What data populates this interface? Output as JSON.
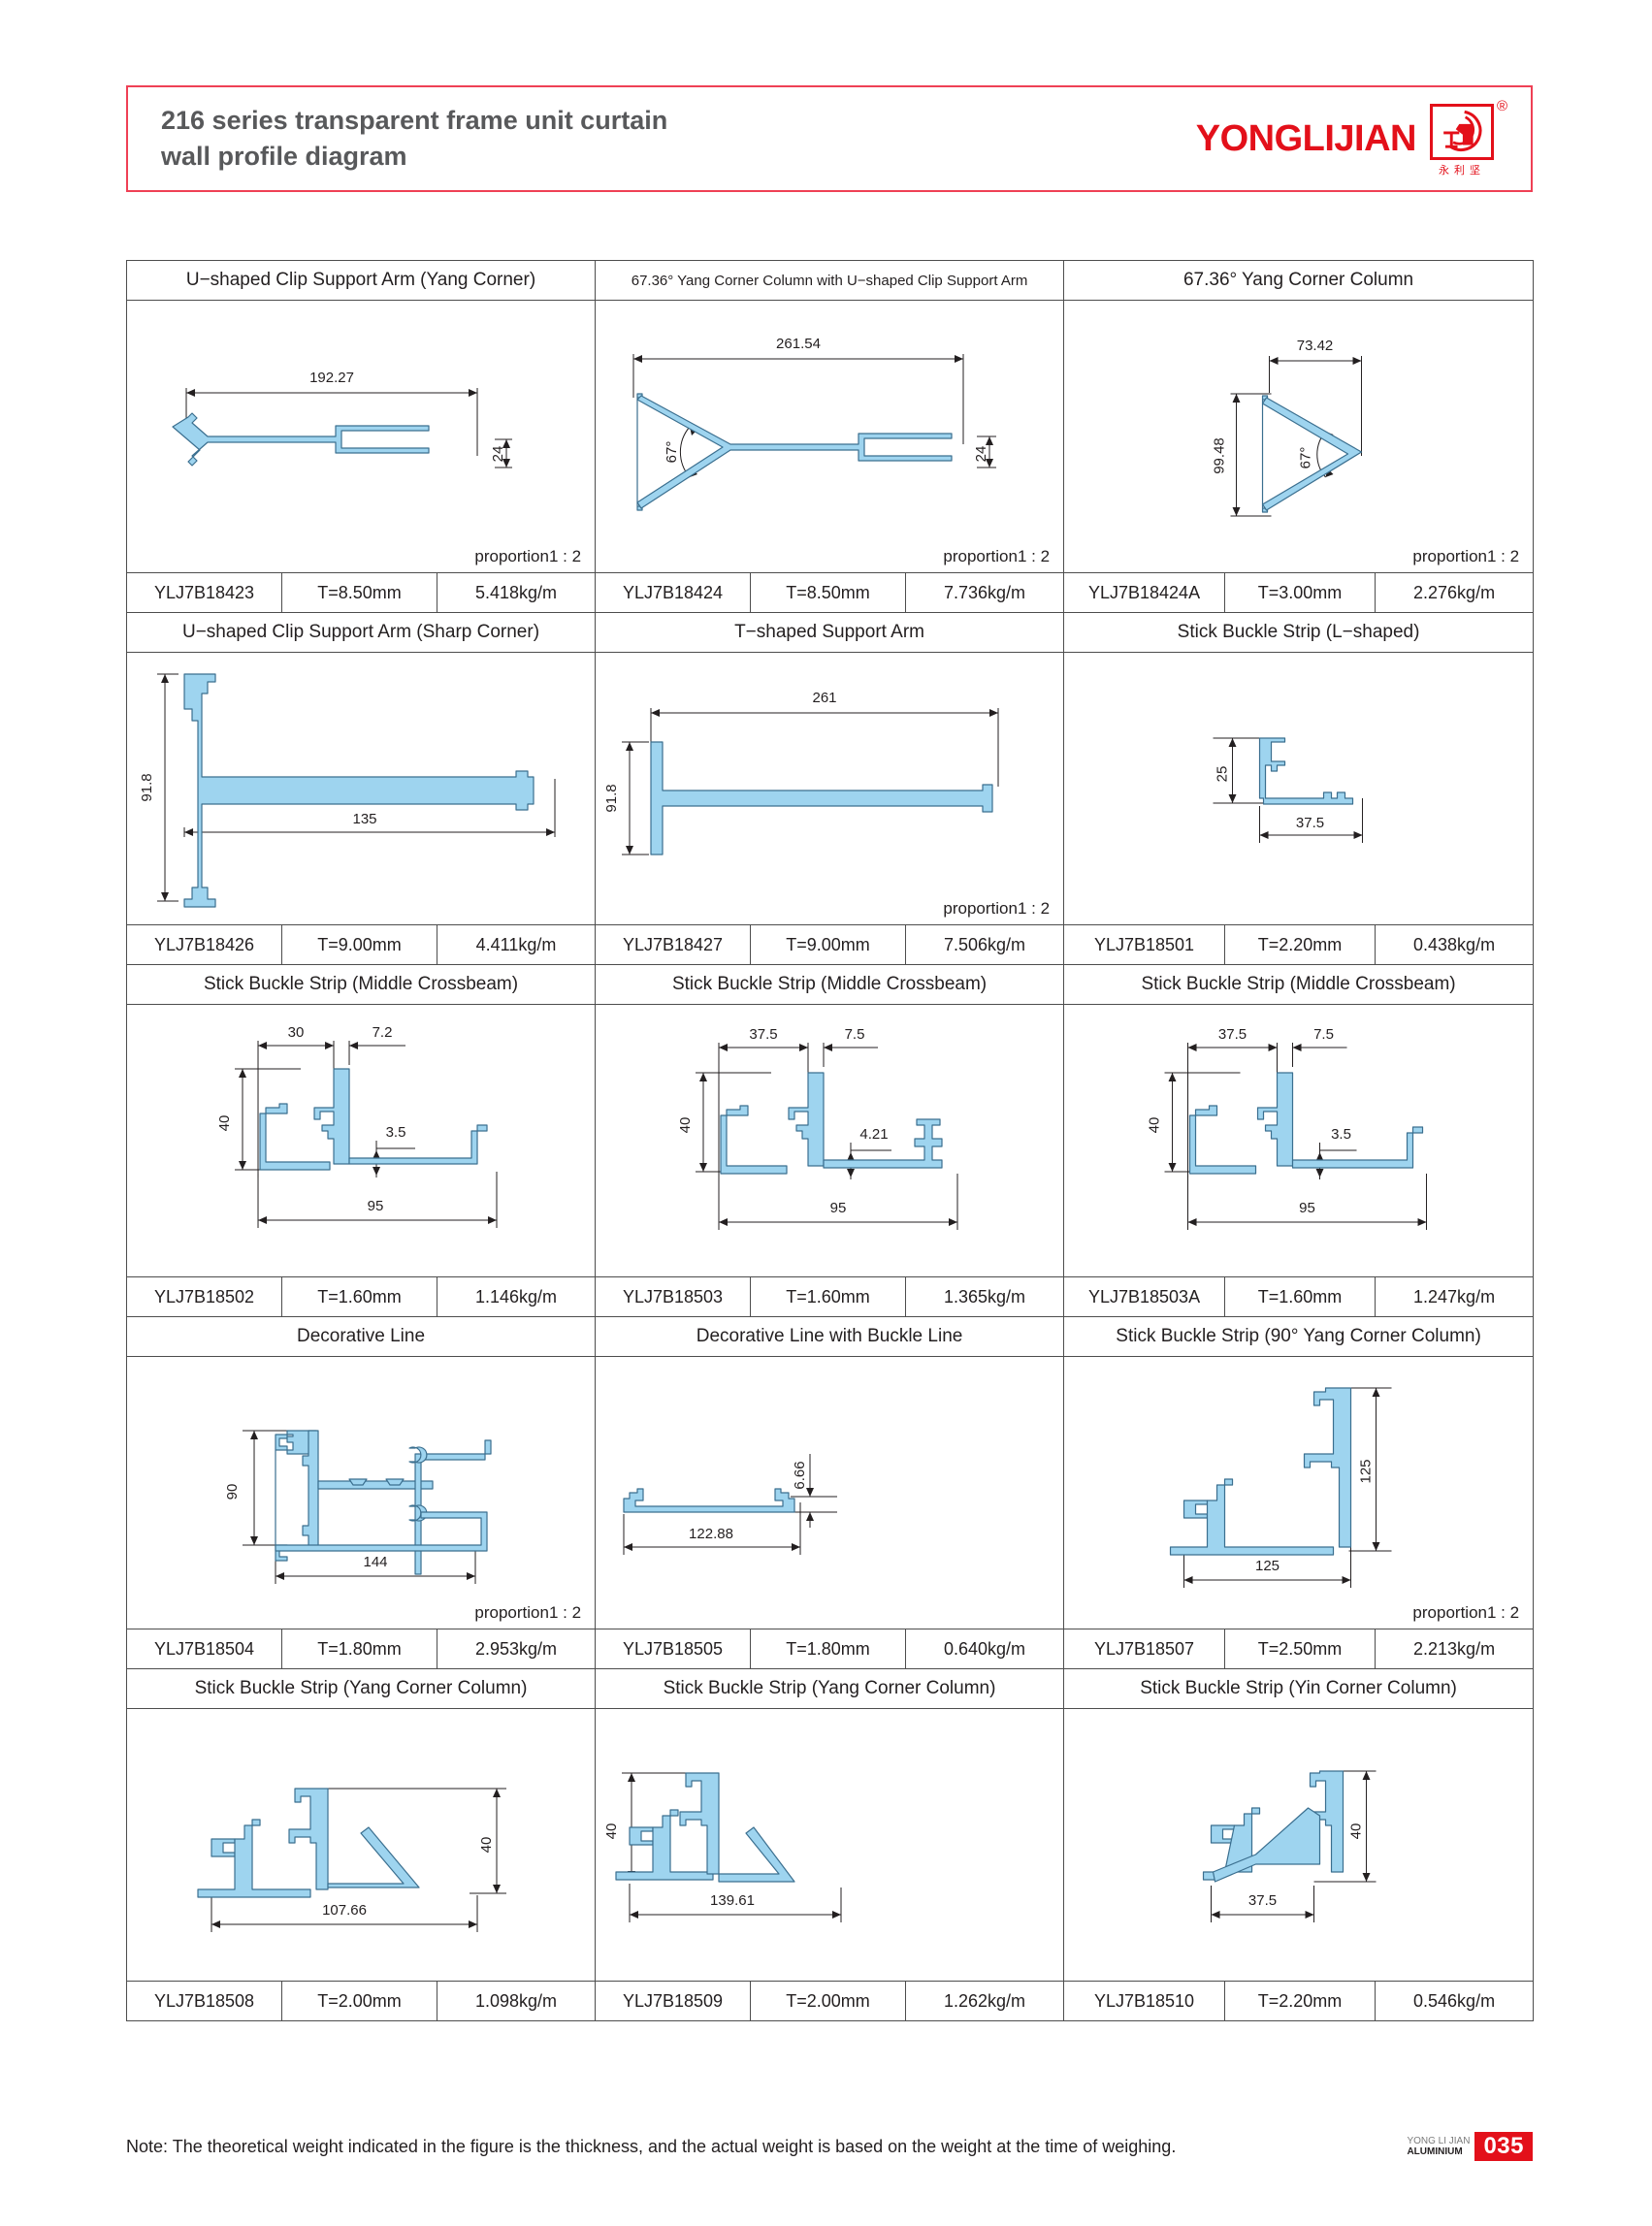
{
  "header": {
    "title_line1": "216 series transparent frame unit curtain",
    "title_line2": " wall profile diagram",
    "brand_word": "YONGLIJIAN",
    "brand_cn": "永利坚",
    "brand_reg": "®",
    "accent_color": "#e3101a",
    "border_color": "#ef4055"
  },
  "footer": {
    "note": "Note: The theoretical weight indicated in the figure is the thickness, and the actual weight is based on the weight at the time of weighing.",
    "tag_line1": "YONG LI JIAN",
    "tag_line2": "ALUMINIUM",
    "page_number": "035"
  },
  "labels": {
    "proportion": "proportion1 : 2"
  },
  "rows": [
    {
      "cells": [
        {
          "caption": "U−shaped Clip Support Arm (Yang Corner)",
          "code": "YLJ7B18423",
          "thickness": "T=8.50mm",
          "weight": "5.418kg/m",
          "proportion": "proportion1 : 2",
          "dims": [
            "192.27",
            "24"
          ]
        },
        {
          "caption": "67.36°   Yang Corner Column with U−shaped Clip Support Arm",
          "caption_small": true,
          "code": "YLJ7B18424",
          "thickness": "T=8.50mm",
          "weight": "7.736kg/m",
          "proportion": "proportion1 : 2",
          "dims": [
            "261.54",
            "24",
            "67°"
          ]
        },
        {
          "caption": "67.36°    Yang Corner Column",
          "code": "YLJ7B18424A",
          "thickness": "T=3.00mm",
          "weight": "2.276kg/m",
          "proportion": "proportion1 : 2",
          "dims": [
            "73.42",
            "99.48",
            "67°"
          ]
        }
      ]
    },
    {
      "cells": [
        {
          "caption": "U−shaped Clip Support Arm (Sharp Corner)",
          "code": "YLJ7B18426",
          "thickness": "T=9.00mm",
          "weight": "4.411kg/m",
          "proportion": "",
          "dims": [
            "91.8",
            "135"
          ]
        },
        {
          "caption": "T−shaped Support Arm",
          "code": "YLJ7B18427",
          "thickness": "T=9.00mm",
          "weight": "7.506kg/m",
          "proportion": "proportion1 : 2",
          "dims": [
            "261",
            "91.8"
          ]
        },
        {
          "caption": "Stick Buckle Strip (L−shaped)",
          "code": "YLJ7B18501",
          "thickness": "T=2.20mm",
          "weight": "0.438kg/m",
          "proportion": "",
          "dims": [
            "25",
            "37.5"
          ]
        }
      ]
    },
    {
      "cells": [
        {
          "caption": "Stick Buckle Strip (Middle Crossbeam)",
          "code": "YLJ7B18502",
          "thickness": "T=1.60mm",
          "weight": "1.146kg/m",
          "proportion": "",
          "dims": [
            "30",
            "7.2",
            "40",
            "3.5",
            "95"
          ]
        },
        {
          "caption": "Stick Buckle Strip (Middle Crossbeam)",
          "code": "YLJ7B18503",
          "thickness": "T=1.60mm",
          "weight": "1.365kg/m",
          "proportion": "",
          "dims": [
            "37.5",
            "7.5",
            "40",
            "4.21",
            "95"
          ]
        },
        {
          "caption": "Stick Buckle Strip (Middle Crossbeam)",
          "code": "YLJ7B18503A",
          "thickness": "T=1.60mm",
          "weight": "1.247kg/m",
          "proportion": "",
          "dims": [
            "37.5",
            "7.5",
            "40",
            "3.5",
            "95"
          ]
        }
      ]
    },
    {
      "cells": [
        {
          "caption": "Decorative Line",
          "code": "YLJ7B18504",
          "thickness": "T=1.80mm",
          "weight": "2.953kg/m",
          "proportion": "proportion1 : 2",
          "dims": [
            "90",
            "144"
          ]
        },
        {
          "caption": "Decorative Line with Buckle Line",
          "code": "YLJ7B18505",
          "thickness": "T=1.80mm",
          "weight": "0.640kg/m",
          "proportion": "",
          "dims": [
            "6.66",
            "122.88"
          ]
        },
        {
          "caption": "Stick Buckle Strip (90°  Yang Corner Column)",
          "code": "YLJ7B18507",
          "thickness": "T=2.50mm",
          "weight": "2.213kg/m",
          "proportion": "proportion1 : 2",
          "dims": [
            "125",
            "125"
          ]
        }
      ]
    },
    {
      "cells": [
        {
          "caption": "Stick Buckle Strip (Yang Corner Column)",
          "code": "YLJ7B18508",
          "thickness": "T=2.00mm",
          "weight": "1.098kg/m",
          "proportion": "",
          "dims": [
            "40",
            "107.66"
          ]
        },
        {
          "caption": "Stick Buckle Strip (Yang Corner Column)",
          "code": "YLJ7B18509",
          "thickness": "T=2.00mm",
          "weight": "1.262kg/m",
          "proportion": "",
          "dims": [
            "40",
            "139.61"
          ]
        },
        {
          "caption": "Stick Buckle Strip (Yin Corner Column)",
          "code": "YLJ7B18510",
          "thickness": "T=2.20mm",
          "weight": "0.546kg/m",
          "proportion": "",
          "dims": [
            "40",
            "37.5"
          ]
        }
      ]
    }
  ]
}
